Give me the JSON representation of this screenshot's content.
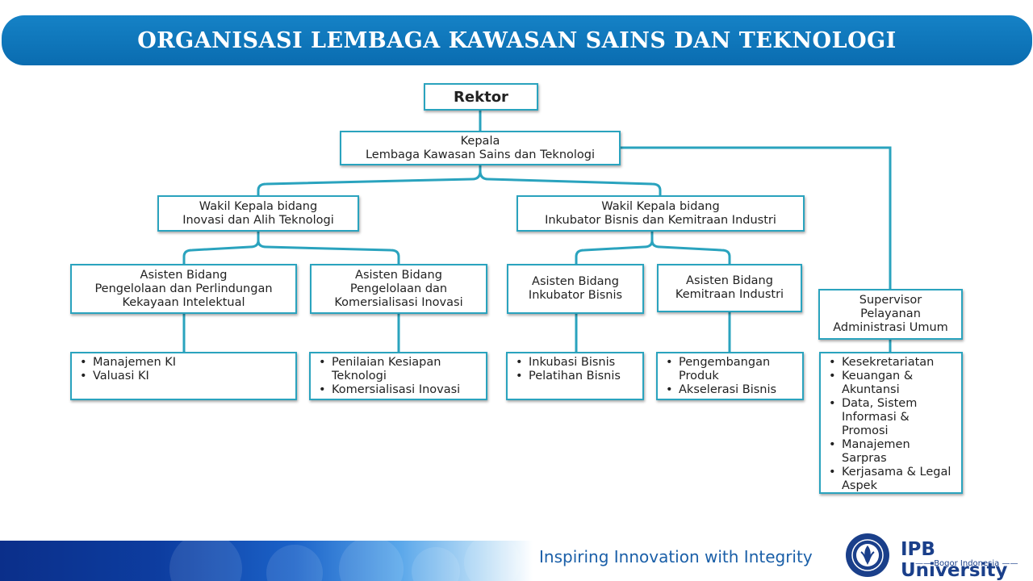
{
  "header": {
    "title": "ORGANISASI LEMBAGA KAWASAN SAINS DAN TEKNOLOGI"
  },
  "org": {
    "rektor": "Rektor",
    "kepala": [
      "Kepala",
      "Lembaga Kawasan Sains dan Teknologi"
    ],
    "wakil_inovasi": [
      "Wakil Kepala bidang",
      "Inovasi dan Alih Teknologi"
    ],
    "wakil_inkubator": [
      "Wakil Kepala bidang",
      "Inkubator Bisnis dan Kemitraan Industri"
    ],
    "asisten_ki": [
      "Asisten Bidang",
      "Pengelolaan dan Perlindungan",
      "Kekayaan Intelektual"
    ],
    "asisten_komersialisasi": [
      "Asisten Bidang",
      "Pengelolaan dan",
      "Komersialisasi Inovasi"
    ],
    "asisten_inkubator": [
      "Asisten Bidang",
      "Inkubator Bisnis"
    ],
    "asisten_kemitraan": [
      "Asisten Bidang",
      "Kemitraan Industri"
    ],
    "supervisor": [
      "Supervisor",
      "Pelayanan",
      "Administrasi Umum"
    ]
  },
  "tasks": {
    "ki": [
      "Manajemen KI",
      "Valuasi KI"
    ],
    "komersialisasi": [
      "Penilaian Kesiapan Teknologi",
      "Komersialisasi Inovasi"
    ],
    "inkubator": [
      "Inkubasi Bisnis",
      "Pelatihan Bisnis"
    ],
    "kemitraan": [
      "Pengembangan Produk",
      "Akselerasi Bisnis"
    ],
    "supervisor": [
      "Kesekretariatan",
      "Keuangan & Akuntansi",
      "Data, Sistem Informasi & Promosi",
      "Manajemen Sarpras",
      "Kerjasama & Legal Aspek"
    ]
  },
  "footer": {
    "tagline": "Inspiring Innovation with Integrity",
    "brand": "IPB University",
    "brand_sub": "Bogor Indonesia"
  },
  "colors": {
    "banner": "#0a6cb0",
    "connector": "#2aa3be",
    "tagline": "#1a5fa8"
  }
}
